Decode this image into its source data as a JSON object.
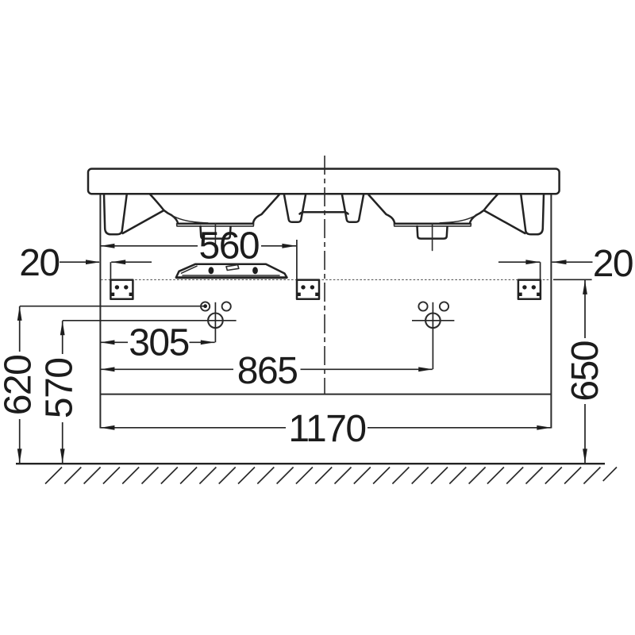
{
  "figure": {
    "kind": "technical dimension drawing",
    "subject": "Double washbasin with vanity unit, front elevation",
    "units": "mm"
  },
  "labels": {
    "basin_inner_width": "560",
    "offset_left": "20",
    "offset_right": "20",
    "tap_hole_offset_small": "305",
    "tap_hole_offset_large": "865",
    "height_upper_holes": "620",
    "height_tap_hole": "570",
    "height_cabinet_top": "650",
    "total_width": "1170"
  }
}
